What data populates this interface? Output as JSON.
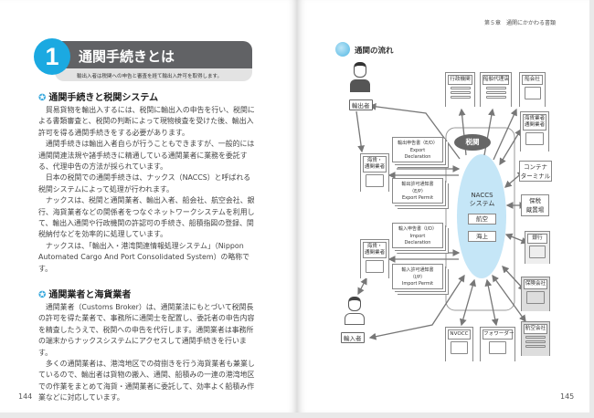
{
  "left_page": {
    "section_number": "1",
    "title": "通関手続きとは",
    "subtitle": "輸出入者は税関への申告と審査を経て輸出入許可を取得します。",
    "sections": [
      {
        "heading": "通関手続きと税関システム",
        "paragraphs": [
          "貿易貨物を輸出入するには、税関に輸出入の申告を行い、税関による書類審査と、税関の判断によって現物検査を受けた後、輸出入許可を得る通関手続きをする必要があります。",
          "通関手続きは輸出入者自らが行うこともできますが、一般的には通関関連法規や諸手続きに精通している通関業者に業務を委託する、代理申告の方法が採られています。",
          "日本の税関での通関手続きは、ナックス（NACCS）と呼ばれる税関システムによって処理が行われます。",
          "ナックスは、税関と通関業者、輸出入者、船会社、航空会社、銀行、海貨業者などの関係者をつなぐネットワークシステムを利用して、輸出入通関や行政機関の許認可の手続き、船積指図の登録、関税納付などを効率的に処理しています。",
          "ナックスは、「輸出入・港湾関連情報処理システム」（Nippon Automated Cargo And Port Consolidated System）の略称です。"
        ]
      },
      {
        "heading": "通関業者と海貨業者",
        "paragraphs": [
          "通関業者（Customs Broker）は、通関業法にもとづいて税関長の許可を得た業者で、事務所に通関士を配置し、委託者の申告内容を精査したうえで、税関への申告を代行します。通関業者は事務所の端末からナックスシステムにアクセスして通関手続きを行います。",
          "多くの通関業者は、港湾地区での荷捌きを行う海貨業者も兼業しているので、輸出者は貨物の搬入、通関、船積みの一連の港湾地区での作業をまとめて海貨・通関業者に委託して、効率よく船積み作業などに対応しています。"
        ]
      }
    ],
    "page_number": "144"
  },
  "right_page": {
    "running_header": "第５章　通関にかかわる書類",
    "diagram_title": "通関の流れ",
    "exporter": "輸出者",
    "importer": "輸入者",
    "top_buildings": [
      "行政機関",
      "船舶代理店",
      "船会社"
    ],
    "forwarder_agent_right": [
      "海貨業者",
      "通関業者"
    ],
    "forwarder_agent_left": [
      "海貨・",
      "通関業者"
    ],
    "customs": "税関",
    "naccs": [
      "NACCS",
      "システム"
    ],
    "naccs_modes": [
      "航空",
      "海上"
    ],
    "documents": [
      [
        "輸出申告書（E/D）",
        "Export",
        "Declaration"
      ],
      [
        "輸出許可通知書",
        "（E/P）",
        "Export Permit"
      ],
      [
        "輸入申告書（I/D）",
        "Import",
        "Declaration"
      ],
      [
        "輸入許可通知書",
        "（I/P）",
        "Import Permit"
      ]
    ],
    "container_terminal": [
      "コンテナ",
      "ターミナル"
    ],
    "bonded_area": [
      "保税",
      "蔵置場"
    ],
    "bank": "銀行",
    "insurance": "保険会社",
    "airline": "航空会社",
    "nvocc": "NVOCC",
    "forwarder": "フォワーダー",
    "page_number": "145",
    "accent_color": "#1ba9e1"
  }
}
